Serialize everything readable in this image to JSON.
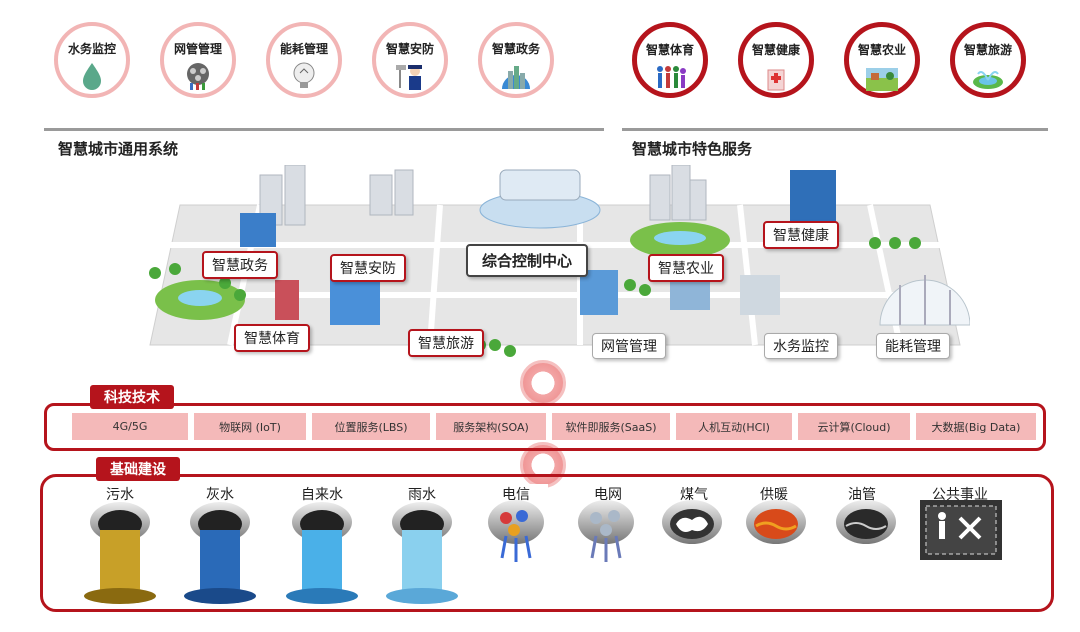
{
  "general_services": {
    "title": "智慧城市通用系统",
    "items": [
      {
        "label": "水务监控",
        "icon": "water-drop-icon"
      },
      {
        "label": "网管管理",
        "icon": "network-cable-icon"
      },
      {
        "label": "能耗管理",
        "icon": "light-bulb-icon"
      },
      {
        "label": "智慧安防",
        "icon": "security-guard-icon"
      },
      {
        "label": "智慧政务",
        "icon": "government-building-icon"
      }
    ]
  },
  "special_services": {
    "title": "智慧城市特色服务",
    "items": [
      {
        "label": "智慧体育",
        "icon": "sports-people-icon"
      },
      {
        "label": "智慧健康",
        "icon": "hospital-icon"
      },
      {
        "label": "智慧农业",
        "icon": "farm-icon"
      },
      {
        "label": "智慧旅游",
        "icon": "fountain-icon"
      }
    ]
  },
  "city": {
    "labels": {
      "gov": "智慧政务",
      "security": "智慧安防",
      "control": "综合控制中心",
      "agri": "智慧农业",
      "health": "智慧健康",
      "sports": "智慧体育",
      "tourism": "智慧旅游",
      "network": "网管管理",
      "water": "水务监控",
      "energy": "能耗管理"
    }
  },
  "tech": {
    "title": "科技技术",
    "items": [
      "4G/5G",
      "物联网 (IoT)",
      "位置服务(LBS)",
      "服务架构(SOA)",
      "软件即服务(SaaS)",
      "人机互动(HCI)",
      "云计算(Cloud)",
      "大数据(Big Data)"
    ]
  },
  "infra": {
    "title": "基础建设",
    "items": [
      {
        "label": "污水",
        "icon": "sewage-pipe-icon"
      },
      {
        "label": "灰水",
        "icon": "greywater-pipe-icon"
      },
      {
        "label": "自来水",
        "icon": "tapwater-pipe-icon"
      },
      {
        "label": "雨水",
        "icon": "rainwater-pipe-icon"
      },
      {
        "label": "电信",
        "icon": "telecom-cable-icon"
      },
      {
        "label": "电网",
        "icon": "power-cable-icon"
      },
      {
        "label": "煤气",
        "icon": "gas-pipe-icon"
      },
      {
        "label": "供暖",
        "icon": "heating-pipe-icon"
      },
      {
        "label": "油管",
        "icon": "oil-pipe-icon"
      },
      {
        "label": "公共事业",
        "icon": "public-utility-icon"
      }
    ]
  },
  "colors": {
    "accent": "#b5141c",
    "soft": "#f4b9b9"
  }
}
